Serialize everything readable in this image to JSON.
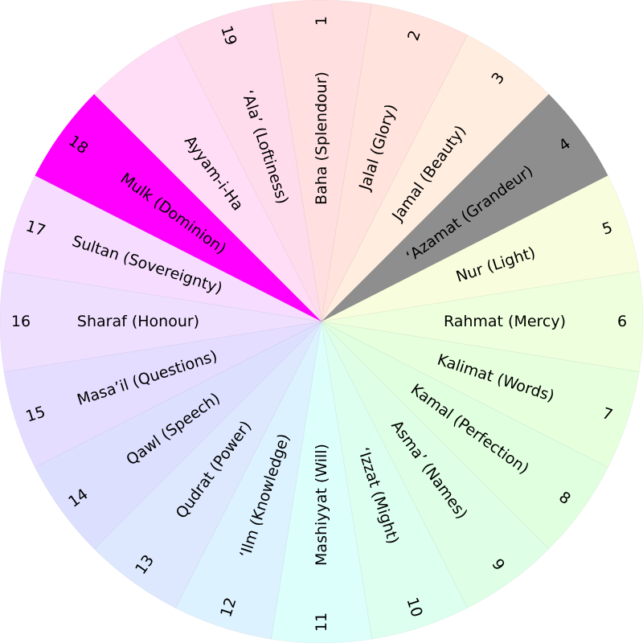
{
  "title": "Badí' calendar months",
  "segments": [
    {
      "number": "1",
      "name": "Baha (Splendour)",
      "color": "#ffdfdf"
    },
    {
      "number": "2",
      "name": "Jalal (Glory)",
      "color": "#ffe3dc"
    },
    {
      "number": "3",
      "name": "Jamal (Beauty)",
      "color": "#ffeddf"
    },
    {
      "number": "4",
      "name": "‘Azamat (Grandeur)",
      "color": "#8e8e8e"
    },
    {
      "number": "5",
      "name": "Nur (Light)",
      "color": "#f8fedd"
    },
    {
      "number": "6",
      "name": "Rahmat (Mercy)",
      "color": "#eeffdd"
    },
    {
      "number": "7",
      "name": "Kalimat (Words)",
      "color": "#e6ffdd"
    },
    {
      "number": "8",
      "name": "Kamal (Perfection)",
      "color": "#e0ffdf"
    },
    {
      "number": "9",
      "name": "Asma’ (Names)",
      "color": "#deffe6"
    },
    {
      "number": "10",
      "name": "‘Izzat (Might)",
      "color": "#ddfff0"
    },
    {
      "number": "11",
      "name": "Mashiyyat (Will)",
      "color": "#ddfffc"
    },
    {
      "number": "12",
      "name": "‘Ilm (Knowledge)",
      "color": "#ddf2ff"
    },
    {
      "number": "13",
      "name": "Qudrat (Power)",
      "color": "#dde8ff"
    },
    {
      "number": "14",
      "name": "Qawl (Speech)",
      "color": "#dddfff"
    },
    {
      "number": "15",
      "name": "Masa’il (Questions)",
      "color": "#e5ddff"
    },
    {
      "number": "16",
      "name": "Sharaf (Honour)",
      "color": "#eedfff"
    },
    {
      "number": "17",
      "name": "Sultan (Sovereignty)",
      "color": "#f6ddff"
    },
    {
      "number": "18",
      "name": "Mulk (Dominion)",
      "color": "#ff00ff"
    },
    {
      "number": "",
      "name": "Ayyam-i-Ha",
      "color": "#ffddf6"
    },
    {
      "number": "19",
      "name": "‘Ala’ (Loftiness)",
      "color": "#ffdcec"
    }
  ]
}
